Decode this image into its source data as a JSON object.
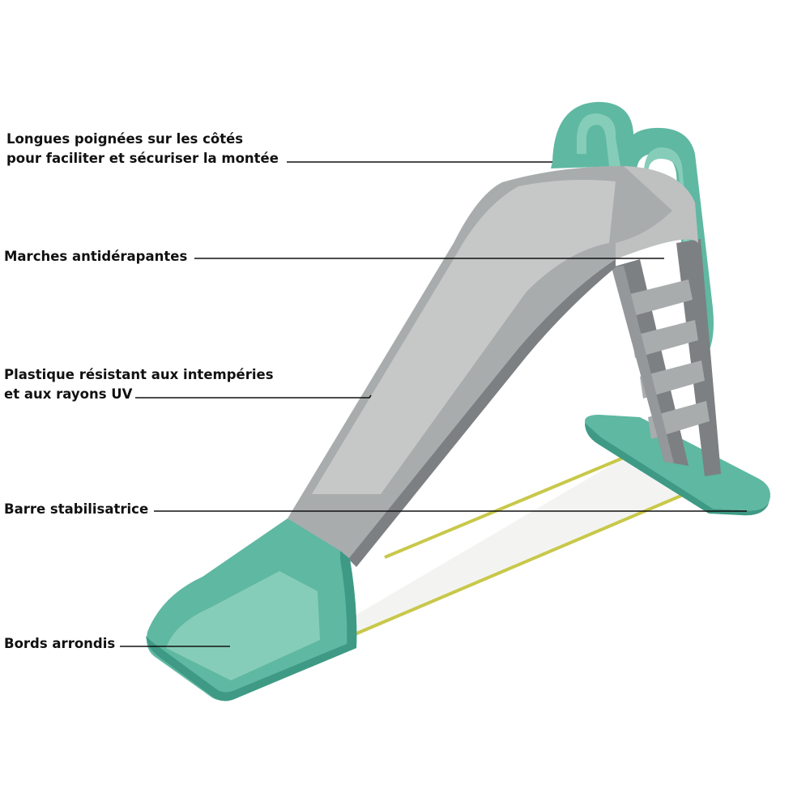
{
  "palette": {
    "teal": "#5fb8a2",
    "teal_dark": "#3e9a85",
    "teal_light": "#86cdb9",
    "grey": "#a9acad",
    "grey_dark": "#7c8082",
    "grey_light": "#c6c8c8",
    "bar": "#c8c84a",
    "leader": "#111111"
  },
  "icons": [
    "slide-illustration"
  ],
  "callouts": [
    {
      "id": "handles",
      "lines": [
        "Longues poignées sur les côtés",
        "pour faciliter et sécuriser la montée"
      ]
    },
    {
      "id": "steps",
      "lines": [
        "Marches antidérapantes"
      ]
    },
    {
      "id": "plastic",
      "lines": [
        "Plastique résistant aux intempéries",
        "et aux rayons UV"
      ]
    },
    {
      "id": "bar",
      "lines": [
        "Barre stabilisatrice"
      ]
    },
    {
      "id": "edges",
      "lines": [
        "Bords arrondis"
      ]
    }
  ]
}
